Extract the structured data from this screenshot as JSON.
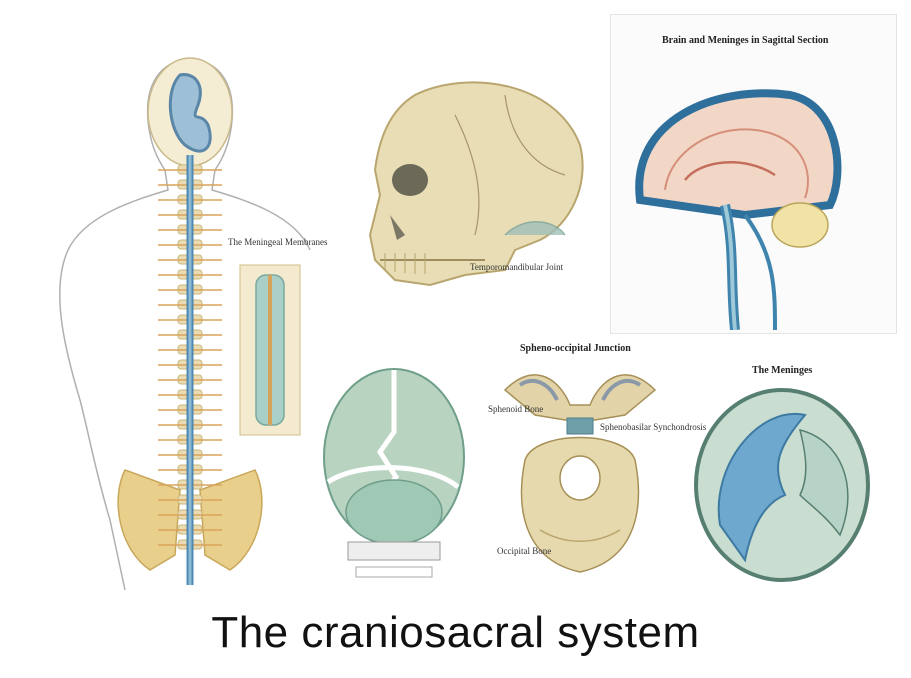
{
  "title": "The craniosacral system",
  "panels": {
    "spine": {
      "inset_title": "The Meningeal Membranes"
    },
    "skull": {
      "label_joint": "Temporomandibular Joint"
    },
    "sagittal": {
      "heading": "Brain and Meninges in Sagittal Section"
    },
    "spheno": {
      "heading": "Spheno-occipital Junction",
      "label_sphenoid": "Sphenoid Bone",
      "label_synch": "Sphenobasilar Synchondrosis",
      "label_occipital": "Occipital Bone"
    },
    "meninges": {
      "heading": "The Meninges"
    }
  },
  "colors": {
    "bone": "#e9dcb4",
    "bone_shadow": "#c9b77c",
    "csf_blue": "#5a9bbf",
    "membrane_green": "#8fb9a4",
    "brain_pink": "#f1c6b4",
    "nerve_orange": "#d9a35a"
  }
}
